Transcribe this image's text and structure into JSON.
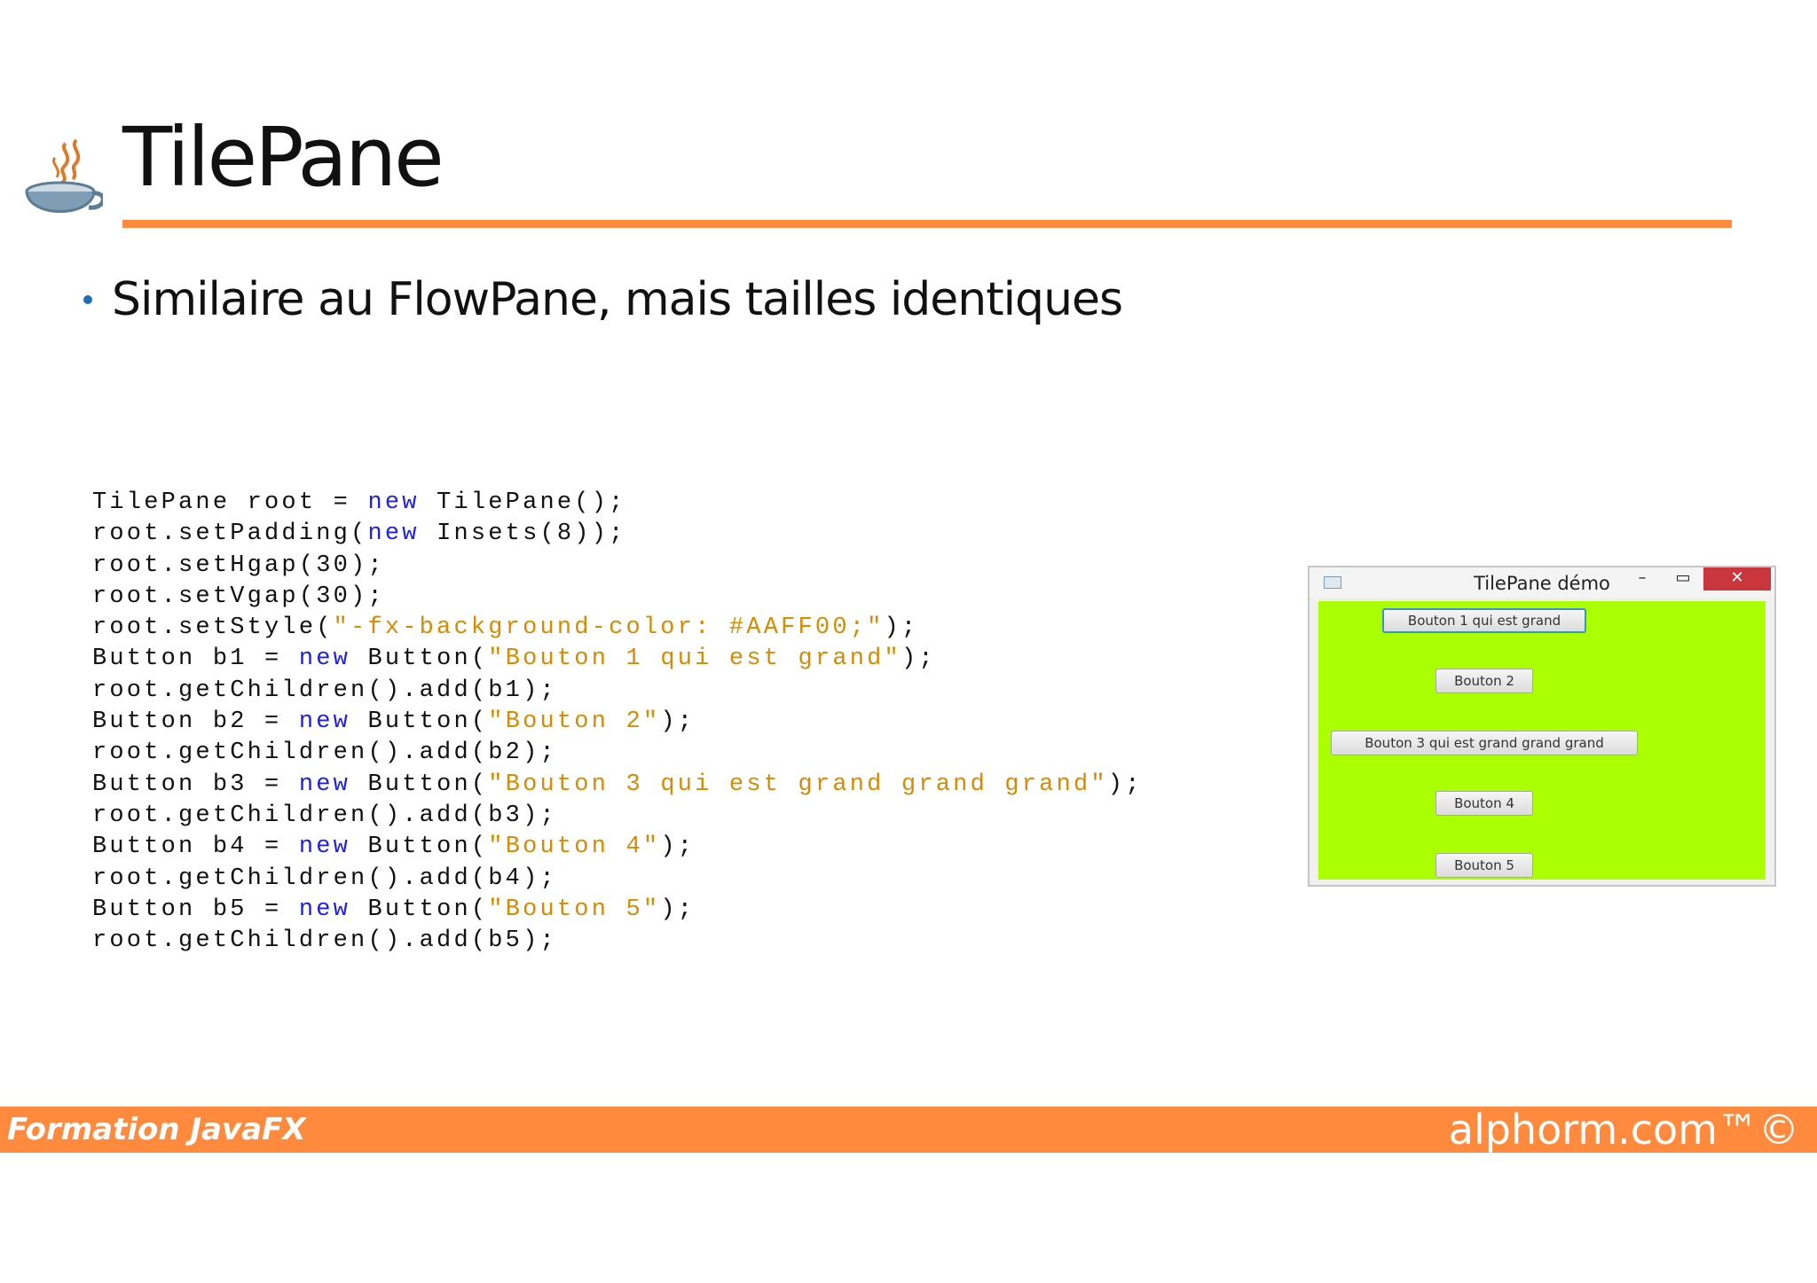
{
  "slide": {
    "title": "TilePane",
    "bullet": "Similaire au FlowPane, mais tailles identiques",
    "logo_icon": "javafx-coffee-cup-icon",
    "accent_color": "#ff8a3d",
    "bullet_color": "#1f6fb5"
  },
  "code": {
    "keyword_color": "#2020e0",
    "string_color": "#d98a00",
    "lines": [
      [
        {
          "t": "TilePane root = "
        },
        {
          "t": "new",
          "c": "kw"
        },
        {
          "t": " TilePane();"
        }
      ],
      [
        {
          "t": "root.setPadding("
        },
        {
          "t": "new",
          "c": "kw"
        },
        {
          "t": " Insets(8));"
        }
      ],
      [
        {
          "t": "root.setHgap(30);"
        }
      ],
      [
        {
          "t": "root.setVgap(30);"
        }
      ],
      [
        {
          "t": "root.setStyle("
        },
        {
          "t": "\"-fx-background-color: #AAFF00;\"",
          "c": "str"
        },
        {
          "t": ");"
        }
      ],
      [
        {
          "t": "Button b1 = "
        },
        {
          "t": "new",
          "c": "kw"
        },
        {
          "t": " Button("
        },
        {
          "t": "\"Bouton 1 qui est grand\"",
          "c": "str"
        },
        {
          "t": ");"
        }
      ],
      [
        {
          "t": "root.getChildren().add(b1);"
        }
      ],
      [
        {
          "t": "Button b2 = "
        },
        {
          "t": "new",
          "c": "kw"
        },
        {
          "t": " Button("
        },
        {
          "t": "\"Bouton 2\"",
          "c": "str"
        },
        {
          "t": ");"
        }
      ],
      [
        {
          "t": "root.getChildren().add(b2);"
        }
      ],
      [
        {
          "t": "Button b3 = "
        },
        {
          "t": "new",
          "c": "kw"
        },
        {
          "t": " Button("
        },
        {
          "t": "\"Bouton 3 qui est grand grand grand\"",
          "c": "str"
        },
        {
          "t": ");"
        }
      ],
      [
        {
          "t": "root.getChildren().add(b3);"
        }
      ],
      [
        {
          "t": "Button b4 = "
        },
        {
          "t": "new",
          "c": "kw"
        },
        {
          "t": " Button("
        },
        {
          "t": "\"Bouton 4\"",
          "c": "str"
        },
        {
          "t": ");"
        }
      ],
      [
        {
          "t": "root.getChildren().add(b4);"
        }
      ],
      [
        {
          "t": "Button b5 = "
        },
        {
          "t": "new",
          "c": "kw"
        },
        {
          "t": " Button("
        },
        {
          "t": "\"Bouton 5\"",
          "c": "str"
        },
        {
          "t": ");"
        }
      ],
      [
        {
          "t": "root.getChildren().add(b5);"
        }
      ]
    ]
  },
  "demo_window": {
    "title": "TilePane démo",
    "minimize_glyph": "–",
    "maximize_glyph": "▭",
    "close_glyph": "✕",
    "app_icon": "window-app-icon",
    "background_color": "#AAFF00",
    "close_color": "#c9363c",
    "buttons": [
      {
        "label": "Bouton 1 qui est grand",
        "focused": true
      },
      {
        "label": "Bouton 2",
        "focused": false
      },
      {
        "label": "Bouton 3 qui est grand grand grand",
        "focused": false
      },
      {
        "label": "Bouton 4",
        "focused": false
      },
      {
        "label": "Bouton 5",
        "focused": false
      }
    ]
  },
  "footer": {
    "left": "Formation JavaFX",
    "right": "alphorm.com™©"
  }
}
